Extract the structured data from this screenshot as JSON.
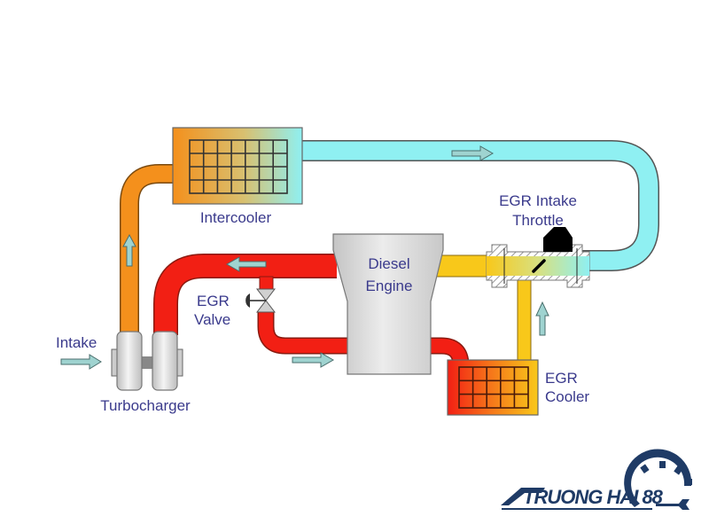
{
  "diagram": {
    "title": "EGR system with turbocharger and intercooler",
    "labels": {
      "intercooler": "Intercooler",
      "intake": "Intake",
      "turbocharger": "Turbocharger",
      "egr_valve_line1": "EGR",
      "egr_valve_line2": "Valve",
      "engine_line1": "Diesel",
      "engine_line2": "Engine",
      "egr_throttle_line1": "EGR Intake",
      "egr_throttle_line2": "Throttle",
      "egr_cooler_line1": "EGR",
      "egr_cooler_line2": "Cooler"
    },
    "components": [
      "Intercooler",
      "Turbocharger",
      "EGR Valve",
      "Diesel Engine",
      "EGR Intake Throttle",
      "EGR Cooler"
    ],
    "flows": [
      {
        "from": "Intake",
        "to": "Turbocharger",
        "direction": "right"
      },
      {
        "from": "Turbocharger",
        "to": "Intercooler",
        "direction": "up"
      },
      {
        "from": "Intercooler",
        "to": "EGR Intake Throttle",
        "direction": "right"
      },
      {
        "from": "EGR Cooler",
        "to": "EGR Intake Throttle",
        "direction": "up"
      },
      {
        "from": "Diesel Engine",
        "to": "Turbocharger",
        "direction": "left"
      },
      {
        "from": "EGR Valve",
        "to": "EGR Cooler",
        "direction": "right"
      }
    ],
    "colors": {
      "hot_exhaust": "#f21f14",
      "compressed_air": "#f4901c",
      "cool_air": "#8ff0f2",
      "egr_cooled": "#f8c81a",
      "engine": "#d6d6d6",
      "label_text": "#3a3a8c",
      "arrow": "#9fd3d0"
    }
  },
  "logo": {
    "text": "TRUONG HAI 88",
    "color": "#1f3b66"
  }
}
